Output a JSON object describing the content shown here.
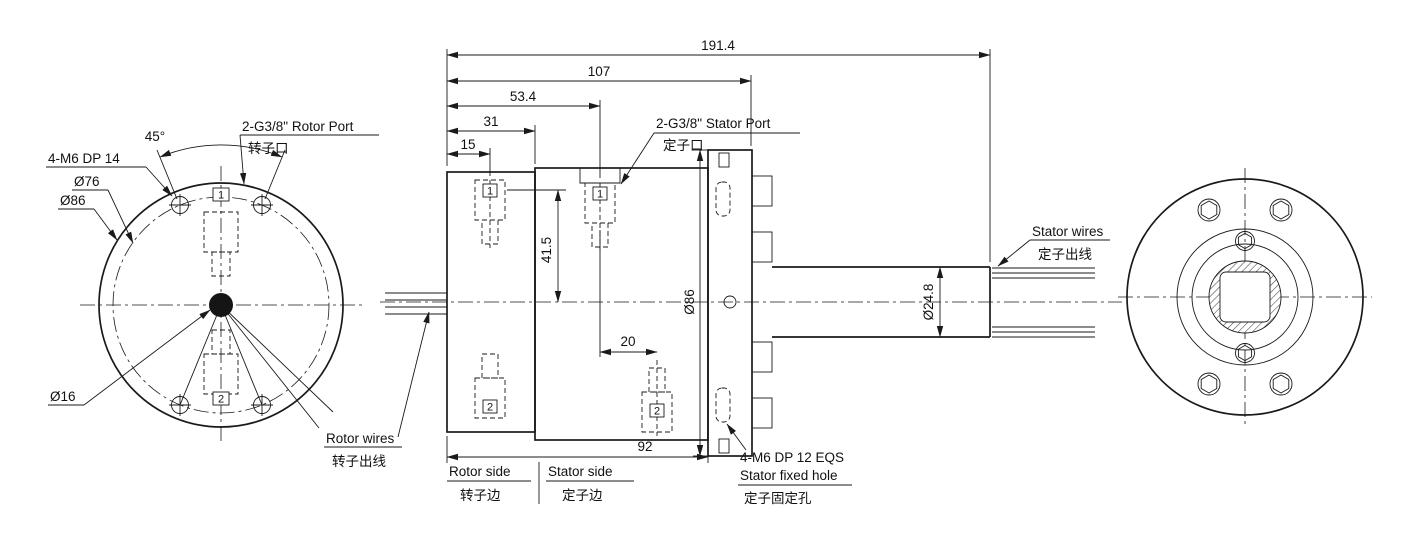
{
  "colors": {
    "line": "#1a1a1a",
    "background": "#ffffff"
  },
  "front_view": {
    "angle_dim": "45°",
    "thread_spec": "4-M6 DP 14",
    "dia_76": "Ø76",
    "dia_86": "Ø86",
    "dia_16": "Ø16",
    "rotor_port_label": "2-G3/8\" Rotor Port",
    "rotor_port_label_cn": "转子口",
    "port_1": "1",
    "port_2": "2",
    "rotor_wires_label": "Rotor wires",
    "rotor_wires_label_cn": "转子出线"
  },
  "section_view": {
    "dim_191_4": "191.4",
    "dim_107": "107",
    "dim_53_4": "53.4",
    "dim_31": "31",
    "dim_15": "15",
    "dim_41_5": "41.5",
    "dim_20": "20",
    "dim_92": "92",
    "dim_dia86": "Ø86",
    "dim_dia24_8": "Ø24.8",
    "port_1": "1",
    "port_2": "2",
    "stator_port_label": "2-G3/8\" Stator Port",
    "stator_port_label_cn": "定子口",
    "stator_wires_label": "Stator wires",
    "stator_wires_label_cn": "定子出线",
    "rotor_side_label": "Rotor side",
    "rotor_side_label_cn": "转子边",
    "stator_side_label": "Stator side",
    "stator_side_label_cn": "定子边",
    "stator_fixed_spec": "4-M6 DP 12 EQS",
    "stator_fixed_hole_label": "Stator fixed hole",
    "stator_fixed_hole_label_cn": "定子固定孔"
  }
}
